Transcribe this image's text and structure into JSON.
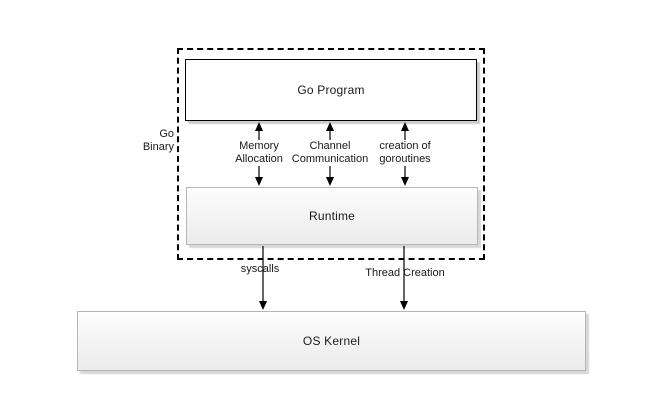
{
  "container": {
    "label": "Go Binary"
  },
  "boxes": {
    "go_program": "Go Program",
    "runtime": "Runtime",
    "os_kernel": "OS Kernel"
  },
  "arrows": {
    "program_runtime": [
      {
        "label": "Memory Allocation",
        "direction": "bidirectional"
      },
      {
        "label": "Channel Communication",
        "direction": "bidirectional"
      },
      {
        "label": "creation of goroutines",
        "direction": "bidirectional"
      }
    ],
    "runtime_kernel": [
      {
        "label": "syscalls",
        "direction": "down"
      },
      {
        "label": "Thread Creation",
        "direction": "down"
      }
    ]
  },
  "colors": {
    "background": "#ffffff",
    "line": "#000000",
    "program_box_border": "#000000",
    "light_box_border": "#b6b6b6",
    "box_fill_top": "#fdfdfd",
    "box_fill_bottom": "#ebebeb",
    "text": "#1a1a1a"
  }
}
